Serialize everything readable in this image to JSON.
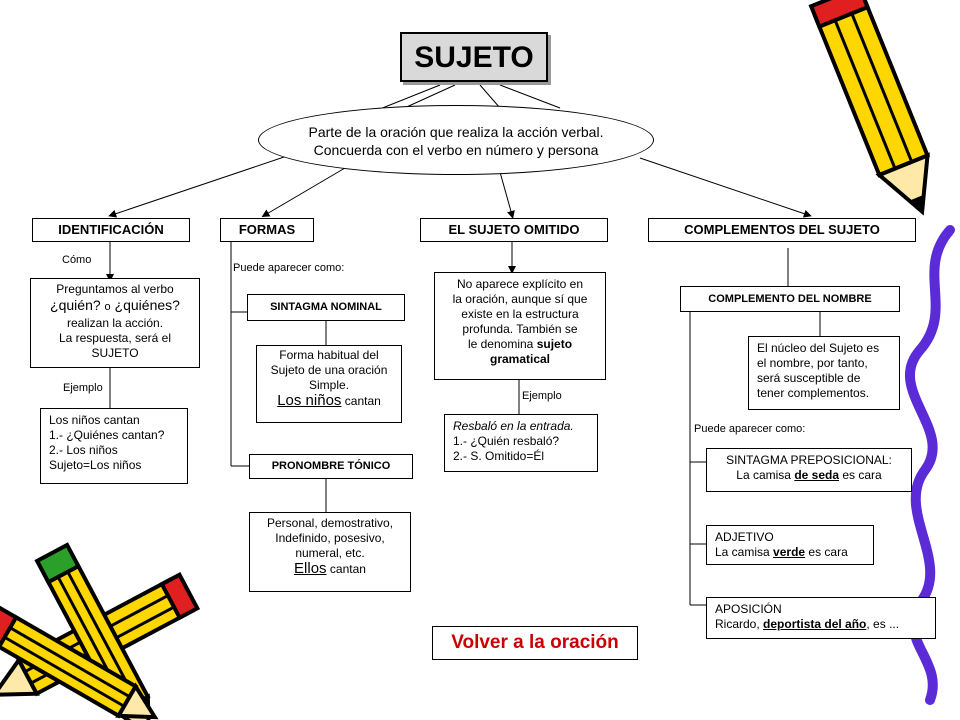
{
  "title": "SUJETO",
  "definition": {
    "line1": "Parte de la oración que realiza la acción verbal.",
    "line2": "Concuerda con el verbo en número y persona"
  },
  "branches": {
    "identificacion": "IDENTIFICACIÓN",
    "formas": "FORMAS",
    "omitido": "EL SUJETO OMITIDO",
    "complementos": "COMPLEMENTOS DEL SUJETO"
  },
  "identificacion": {
    "como_label": "Cómo",
    "preguntamos": "Preguntamos al verbo",
    "quien": "¿quién?",
    "o": "o",
    "quienes": "¿quiénes?",
    "realizan": "realizan la acción.",
    "respuesta": "La respuesta, será el",
    "sujeto": "SUJETO",
    "ejemplo_label": "Ejemplo",
    "ej_line1": "Los niños cantan",
    "ej_line2": "1.- ¿Quiénes cantan?",
    "ej_line3": "2.- Los niños",
    "ej_line4": "Sujeto=Los niños"
  },
  "formas": {
    "puede_label": "Puede aparecer como:",
    "sintagma_nominal": "SINTAGMA NOMINAL",
    "sn_line1": "Forma habitual del",
    "sn_line2": "Sujeto de una oración",
    "sn_line3": "Simple.",
    "sn_ex_underlined": "Los niños",
    "sn_ex_rest": "cantan",
    "pronombre_tonico": "PRONOMBRE TÓNICO",
    "pt_line1": "Personal, demostrativo,",
    "pt_line2": "Indefinido, posesivo,",
    "pt_line3": "numeral, etc.",
    "pt_ex_underlined": "Ellos",
    "pt_ex_rest": "cantan"
  },
  "omitido": {
    "line1": "No aparece explícito en",
    "line2": "la oración, aunque sí que",
    "line3": "existe en la estructura",
    "line4": "profunda. También se",
    "line5a": "le denomina",
    "line5b": "sujeto",
    "line6": "gramatical",
    "ejemplo_label": "Ejemplo",
    "ej_line1": "Resbaló en la entrada.",
    "ej_line2": "1.- ¿Quién resbaló?",
    "ej_line3": "2.- S. Omitido=Él"
  },
  "complementos": {
    "complemento_nombre": "COMPLEMENTO DEL NOMBRE",
    "cn_line1": "El núcleo del Sujeto es",
    "cn_line2": "el nombre, por tanto,",
    "cn_line3": "será susceptible de",
    "cn_line4": "tener  complementos.",
    "puede_label": "Puede aparecer como:",
    "sp_title": "SINTAGMA PREPOSICIONAL:",
    "sp_pre": "La camisa",
    "sp_u": "de seda",
    "sp_post": "es cara",
    "adj_title": "ADJETIVO",
    "adj_pre": "La camisa",
    "adj_u": "verde",
    "adj_post": "es cara",
    "apo_title": "APOSICIÓN",
    "apo_pre": "Ricardo,",
    "apo_u": "deportista del año",
    "apo_post": ", es ..."
  },
  "back_button": "Volver a la oración",
  "colors": {
    "title_bg": "#d9d9d9",
    "back_text": "#cc0000",
    "pencil_yellow": "#ffd700",
    "pencil_red": "#e02020",
    "pencil_purple": "#5a2bd6"
  }
}
